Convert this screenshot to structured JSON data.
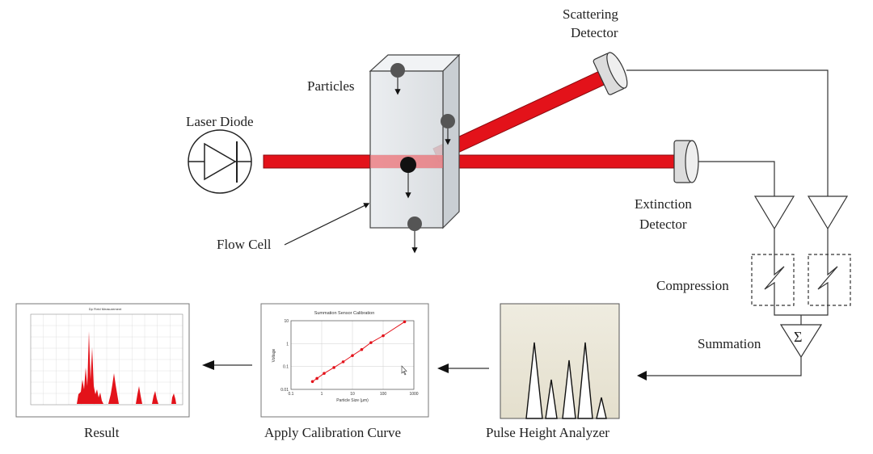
{
  "labels": {
    "scattering_detector_line1": "Scattering",
    "scattering_detector_line2": "Detector",
    "particles": "Particles",
    "laser_diode": "Laser Diode",
    "extinction_detector_line1": "Extinction",
    "extinction_detector_line2": "Detector",
    "flow_cell": "Flow Cell",
    "compression": "Compression",
    "summation": "Summation",
    "sigma": "Σ",
    "pulse_height_analyzer": "Pulse Height Analyzer",
    "apply_calibration_curve": "Apply Calibration Curve",
    "result": "Result"
  },
  "calibration_thumbnail": {
    "title": "Summation Sensor Calibration",
    "ylabel": "Voltage",
    "xlabel": "Particle Size (µm)",
    "x_ticks": [
      "0.1",
      "1",
      "10",
      "100",
      "1000"
    ],
    "y_ticks": [
      "10",
      "1",
      "0.1",
      "0.01"
    ],
    "points_x": [
      0.5,
      0.7,
      1.2,
      2.5,
      5,
      10,
      20,
      40,
      100,
      500
    ],
    "points_y": [
      0.022,
      0.03,
      0.05,
      0.09,
      0.16,
      0.3,
      0.55,
      1.1,
      2.2,
      9
    ]
  },
  "result_thumbnail": {
    "title": "Dp Field Measurement"
  },
  "colors": {
    "laser": "#e3121a",
    "result_peaks": "#e3121a",
    "calibration_line": "#e3121a",
    "pha_background": "#ece8d9"
  }
}
